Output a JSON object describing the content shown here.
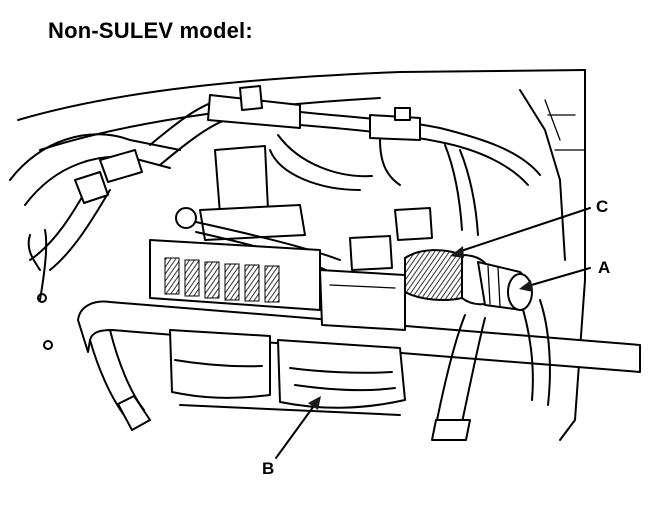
{
  "title": "Non-SULEV model:",
  "callouts": {
    "a": "A",
    "b": "B",
    "c": "C"
  },
  "colors": {
    "ink": "#000000",
    "background": "#ffffff",
    "hatch": "#333333"
  }
}
